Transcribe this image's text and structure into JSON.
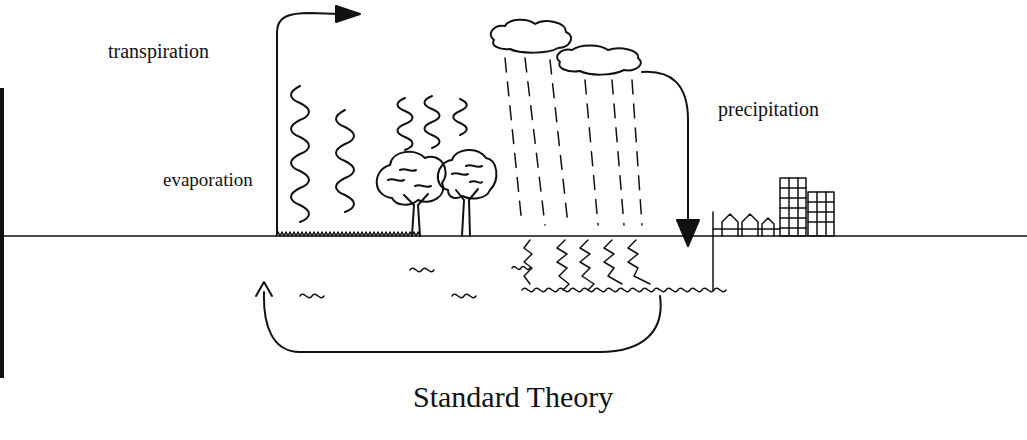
{
  "diagram": {
    "caption": "Standard Theory",
    "labels": [
      "transpiration",
      "evaporation",
      "precipitation"
    ]
  }
}
